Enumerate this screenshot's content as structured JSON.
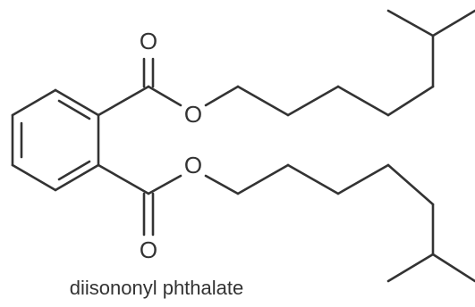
{
  "molecule": {
    "name": "diisononyl phthalate",
    "atom_labels": {
      "carbonyl_oxygen_top": "O",
      "ester_oxygen_top": "O",
      "ester_oxygen_bottom": "O",
      "carbonyl_oxygen_bottom": "O"
    }
  },
  "colors": {
    "bond": "#333333",
    "background": "#ffffff"
  }
}
